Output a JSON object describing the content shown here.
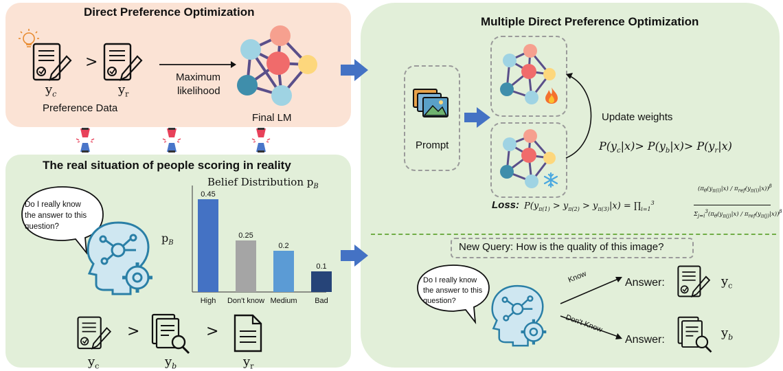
{
  "dpo": {
    "title": "Direct Preference Optimization",
    "y_chosen": "y",
    "y_chosen_sub": "c",
    "greater": ">",
    "y_rejected": "y",
    "y_rejected_sub": "r",
    "pref_label": "Preference Data",
    "ml_line1": "Maximum",
    "ml_line2": "likelihood",
    "final_lm": "Final LM"
  },
  "real": {
    "title": "The real situation of people scoring in reality",
    "bubble": [
      "Do I really know",
      "the answer to this",
      "question?"
    ],
    "chart_title": "Belief Distribution p",
    "chart_title_sub": "B",
    "ylabel": "p",
    "ylabel_sub": "B",
    "bottom": {
      "y1": "y",
      "y1_sub": "c",
      "g1": ">",
      "y2": "y",
      "y2_sub": "b",
      "g2": ">",
      "y3": "y",
      "y3_sub": "r"
    }
  },
  "chart_data": {
    "type": "bar",
    "title": "Belief Distribution pB",
    "ylabel": "pB",
    "xlabel": "",
    "categories": [
      "High",
      "Don't know",
      "Medium",
      "Bad"
    ],
    "values": [
      0.45,
      0.25,
      0.2,
      0.1
    ],
    "value_labels": [
      "0.45",
      "0.25",
      "0.2",
      "0.1"
    ],
    "colors": [
      "#4472c4",
      "#a5a5a5",
      "#5b9bd5",
      "#264478"
    ],
    "ylim": [
      0,
      0.5
    ],
    "grid": false
  },
  "mdpo": {
    "title": "Multiple Direct Preference Optimization",
    "prompt": "Prompt",
    "update": "Update weights",
    "order_formula": "P(y_c|x)> P(y_b|x)> P(y_r|x)",
    "loss_label": "Loss",
    "loss_formula": "P(y_π(1) > y_π(2) > y_π(3)|x) = ∏ᵢ₌₁³",
    "loss_num": "(π_θ(y_π(i)|x) / π_ref(y_π(i)|x))^β",
    "loss_den": "Σⱼ₌ᵢ³ (π_θ(y_π(j)|x) / π_ref(y_π(j)|x))^β",
    "query": "New Query: How is the quality of this image?",
    "bubble": [
      "Do I really know",
      "the answer to this",
      "question?"
    ],
    "know": "Know",
    "dont_know": "Don't Know",
    "answer1": "Answer:",
    "answer1_y": "y",
    "answer1_sub": "c",
    "answer2": "Answer:",
    "answer2_y": "y",
    "answer2_sub": "b"
  },
  "colors": {
    "dpo_bg": "#fbe3d5",
    "green_bg": "#e2efd9",
    "arrow_blue": "#4472c4",
    "divider": "#70ad47",
    "node_red": "#f06b6b",
    "node_orange": "#f6a08f",
    "node_yellow": "#fdd77c",
    "node_teal": "#3f8eab",
    "node_light": "#9fd3e3",
    "edge": "#5a4f8a"
  },
  "icons": [
    "document-pen-icon",
    "lightbulb-icon",
    "neural-network-icon",
    "handshake-icon",
    "ai-head-icon",
    "documents-search-icon",
    "document-icon",
    "images-icon",
    "fire-icon",
    "snowflake-icon"
  ]
}
